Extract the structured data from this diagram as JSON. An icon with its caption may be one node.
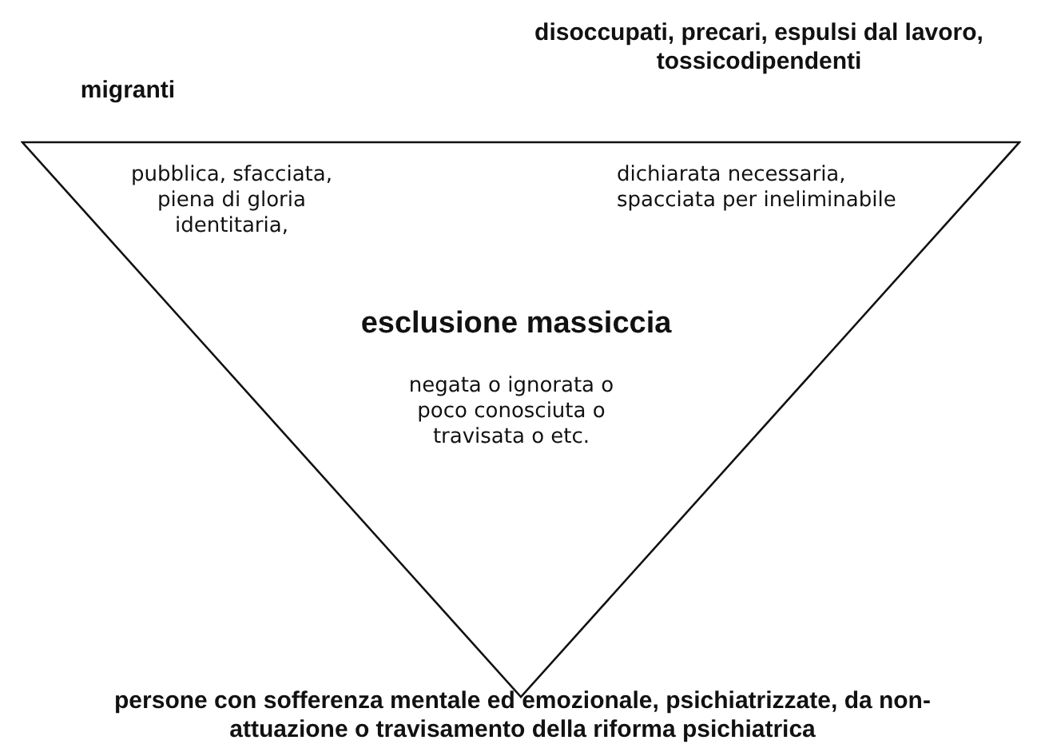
{
  "diagram": {
    "nodes": [
      {
        "text": [
          "pubblica, sfacciata, piena di gloria identitaria,",
          "dichiarata necessaria, spacciata per ineliminabile",
          "esclusione massiccia",
          "negata o ignorata o poco conosciuta o travisata o etc."
        ]
      }
    ],
    "labels": [
      "disoccupati, precari, espulsi dal lavoro, tossicodipendenti",
      "migranti",
      "persone con sofferenza mentale ed emozionale, psichiatrizzate, da non-attuazione o travisamento della riforma psichiatrica"
    ]
  }
}
